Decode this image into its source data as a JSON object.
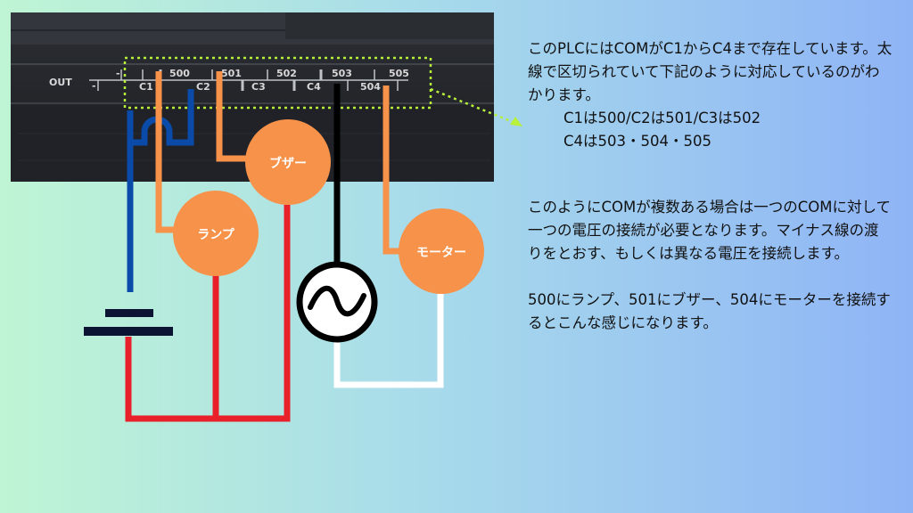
{
  "plc": {
    "out_label": "OUT",
    "minus_labels": [
      "-",
      "-"
    ],
    "top_terminals": [
      "500",
      "501",
      "502",
      "503",
      "505"
    ],
    "bottom_terminals": [
      "C1",
      "C2",
      "C3",
      "C4",
      "504"
    ]
  },
  "devices": {
    "lamp": "ランプ",
    "buzzer": "ブザー",
    "motor": "モーター"
  },
  "colors": {
    "device_circle": "#f7924a",
    "wire_orange": "#f7924a",
    "wire_red": "#e8202a",
    "wire_blue": "#0a4aa8",
    "wire_black": "#000000",
    "wire_white": "#ffffff",
    "battery": "#0b1533",
    "highlight_box": "#b8f03a"
  },
  "text": {
    "p1": "このPLCにはCOMがC1からC4まで存在しています。太線で区切られていて下記のように対応しているのがわかります。",
    "p1_line1": "C1は500/C2は501/C3は502",
    "p1_line2": "C4は503・504・505",
    "p2": "このようにCOMが複数ある場合は一つのCOMに対して一つの電圧の接続が必要となります。マイナス線の渡りをとおす、もしくは異なる電圧を接続します。",
    "p3": "500にランプ、501にブザー、504にモーターを接続するとこんな感じになります。"
  }
}
